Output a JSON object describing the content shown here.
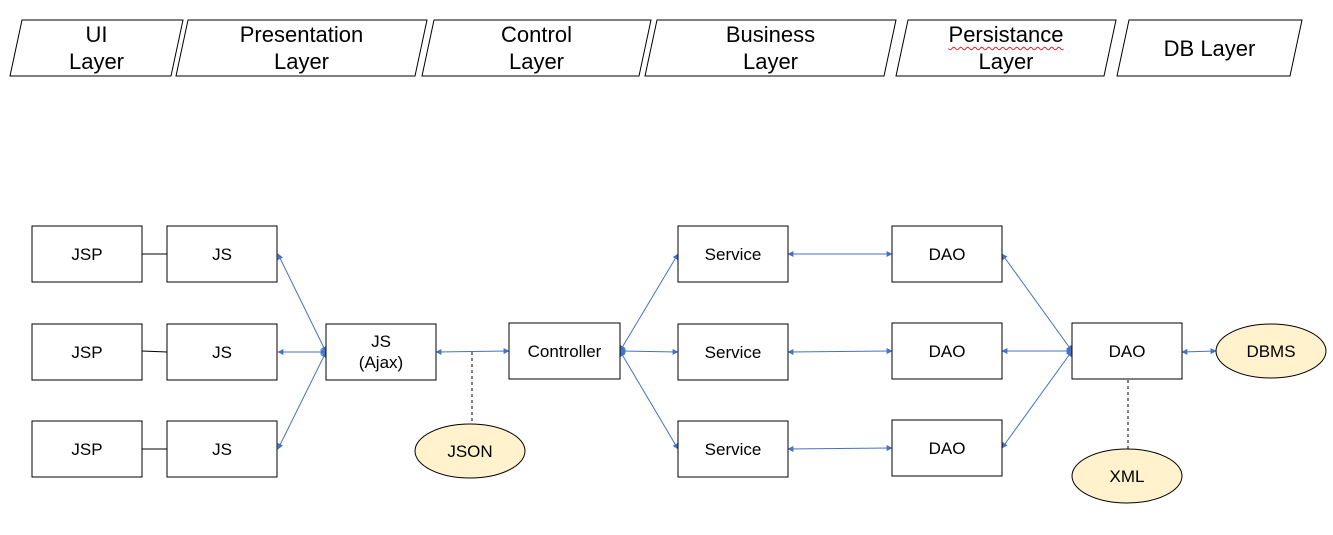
{
  "header": {
    "layers": [
      {
        "id": "ui",
        "lines": [
          "UI",
          "Layer"
        ]
      },
      {
        "id": "presentation",
        "lines": [
          "Presentation",
          "Layer"
        ]
      },
      {
        "id": "control",
        "lines": [
          "Control",
          "Layer"
        ]
      },
      {
        "id": "business",
        "lines": [
          "Business",
          "Layer"
        ]
      },
      {
        "id": "persistance",
        "lines": [
          "Persistance",
          "Layer"
        ]
      },
      {
        "id": "db",
        "lines": [
          "DB Layer"
        ]
      }
    ]
  },
  "nodes": {
    "jsp_1": {
      "lines": [
        "JSP"
      ]
    },
    "jsp_2": {
      "lines": [
        "JSP"
      ]
    },
    "jsp_3": {
      "lines": [
        "JSP"
      ]
    },
    "js_1": {
      "lines": [
        "JS"
      ]
    },
    "js_2": {
      "lines": [
        "JS"
      ]
    },
    "js_3": {
      "lines": [
        "JS"
      ]
    },
    "js_ajax": {
      "lines": [
        "JS",
        "(Ajax)"
      ]
    },
    "json": {
      "lines": [
        "JSON"
      ]
    },
    "controller": {
      "lines": [
        "Controller"
      ]
    },
    "service_1": {
      "lines": [
        "Service"
      ]
    },
    "service_2": {
      "lines": [
        "Service"
      ]
    },
    "service_3": {
      "lines": [
        "Service"
      ]
    },
    "dao_1": {
      "lines": [
        "DAO"
      ]
    },
    "dao_2": {
      "lines": [
        "DAO"
      ]
    },
    "dao_3": {
      "lines": [
        "DAO"
      ]
    },
    "dao_main": {
      "lines": [
        "DAO"
      ]
    },
    "dbms": {
      "lines": [
        "DBMS"
      ]
    },
    "xml": {
      "lines": [
        "XML"
      ]
    }
  },
  "colors": {
    "arrow": "#4472C4",
    "ellipse_fill": "#FFF2CC",
    "box_stroke": "#000000",
    "spellcheck_underline": "#E02020"
  }
}
